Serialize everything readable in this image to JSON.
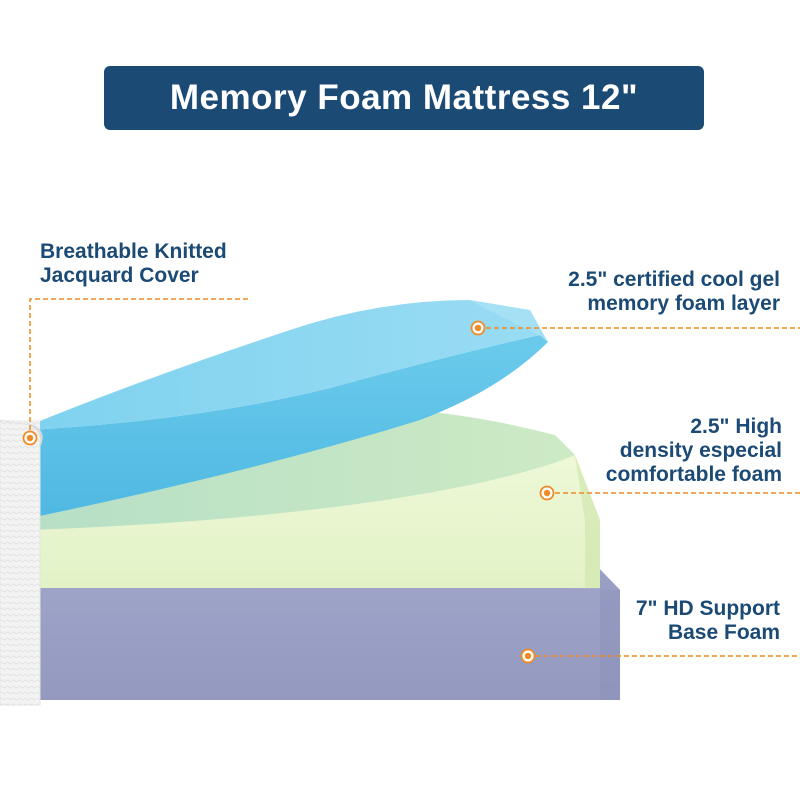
{
  "title": "Memory Foam Mattress 12\"",
  "colors": {
    "banner": "#1b4a75",
    "label_text": "#1b4a75",
    "callout_line": "#f08a24",
    "cover": "#f1f1f1",
    "gel_layer": "#5cc4e8",
    "density_layer": "#e4f4cc",
    "base_layer": "#9aa0c4"
  },
  "callouts": {
    "cover": {
      "line1": "Breathable Knitted",
      "line2": "Jacquard Cover"
    },
    "gel_layer": {
      "line1": "2.5\" certified cool gel",
      "line2": "memory foam layer"
    },
    "density_layer": {
      "line1": "2.5\" High",
      "line2": "density especial",
      "line3": "comfortable foam"
    },
    "base_layer": {
      "line1": "7\" HD Support",
      "line2": "Base Foam"
    }
  }
}
